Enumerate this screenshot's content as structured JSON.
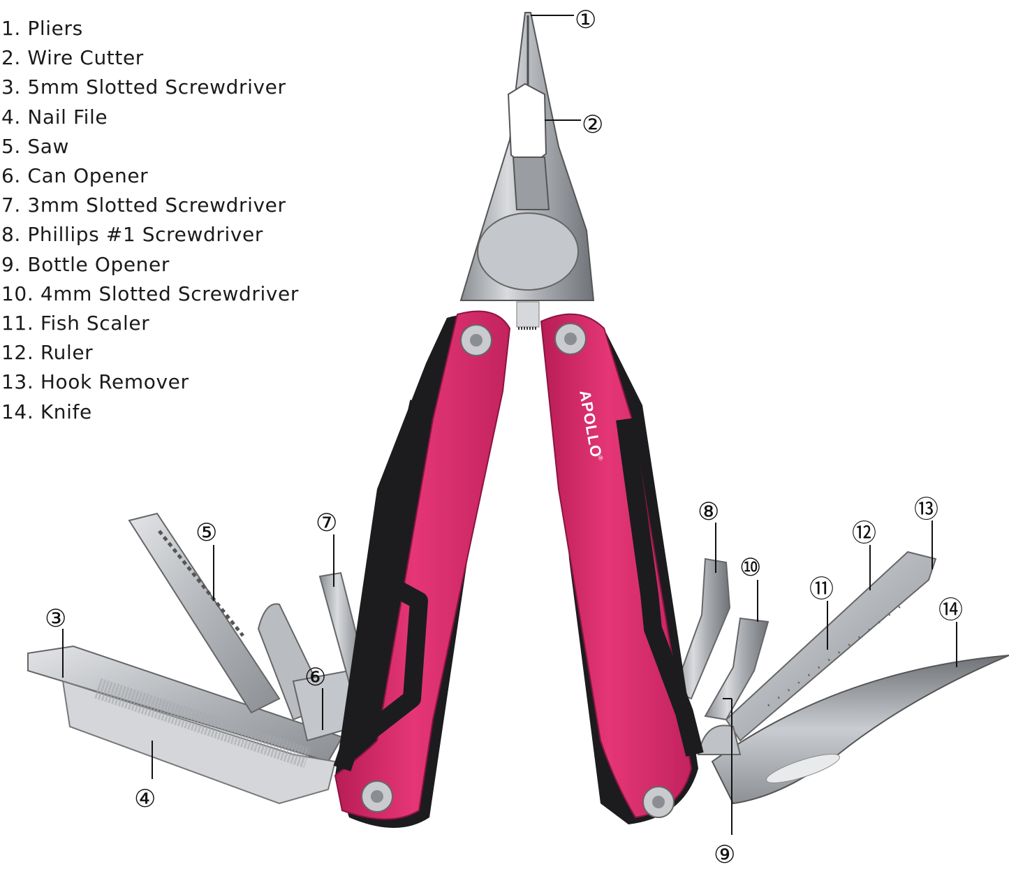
{
  "legend": [
    "1. Pliers",
    "2. Wire Cutter",
    "3. 5mm Slotted Screwdriver",
    "4. Nail File",
    "5. Saw",
    "6. Can Opener",
    "7. 3mm Slotted Screwdriver",
    "8. Phillips #1 Screwdriver",
    "9. Bottle Opener",
    "10. 4mm Slotted Screwdriver",
    "11. Fish Scaler",
    "12. Ruler",
    "13. Hook Remover",
    "14. Knife"
  ],
  "callouts": [
    "①",
    "②",
    "③",
    "④",
    "⑤",
    "⑥",
    "⑦",
    "⑧",
    "⑨",
    "⑩",
    "⑪",
    "⑫",
    "⑬",
    "⑭"
  ],
  "brand": {
    "name": "APOLLO",
    "mark": "®"
  },
  "colors": {
    "handle": "#e0306e",
    "rubber": "#1c1c1e",
    "steel": "#bfc2c6",
    "ink": "#111111"
  }
}
